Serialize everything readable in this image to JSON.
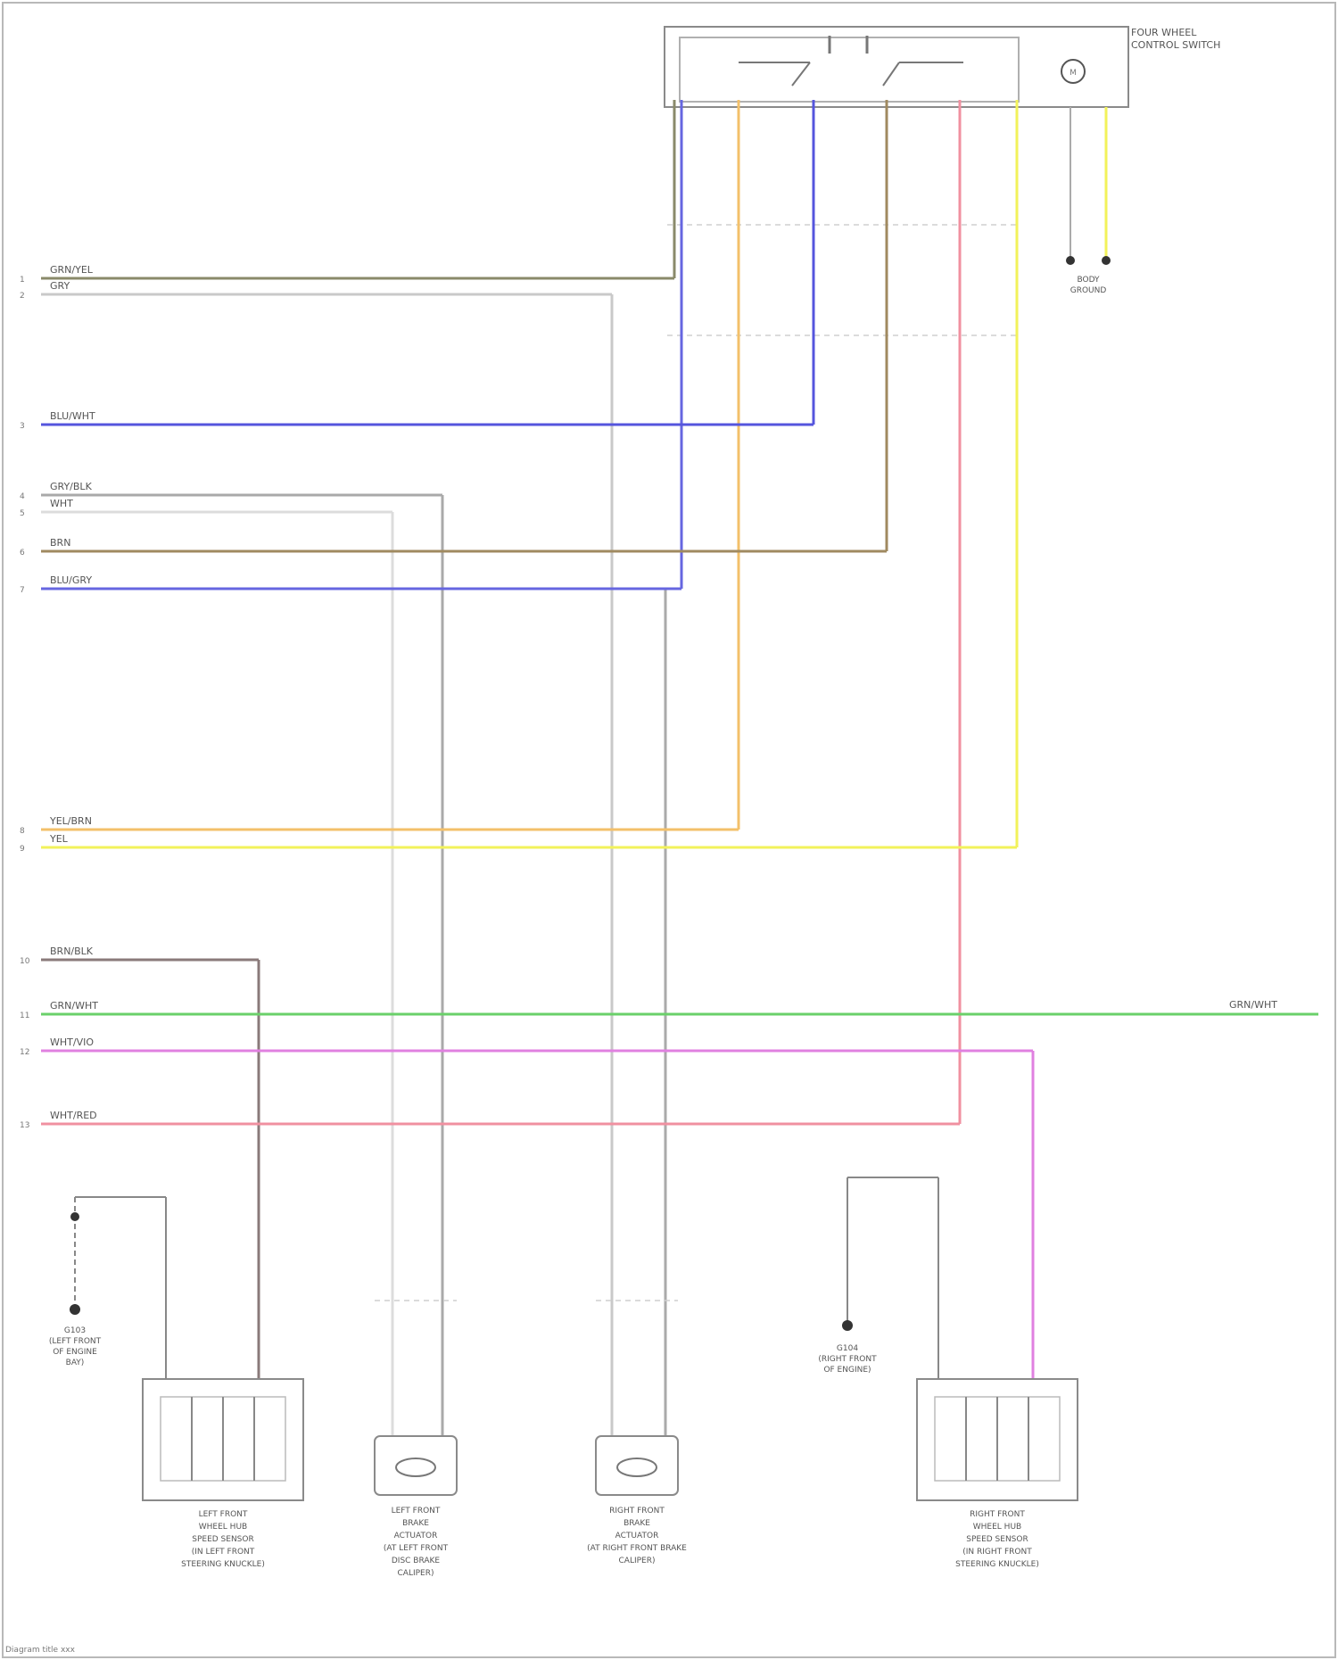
{
  "wires_left": [
    {
      "key": "w1",
      "label": "GRN/YEL",
      "pin": "1",
      "color": "#8a8a6a"
    },
    {
      "key": "w2",
      "label": "GRY",
      "pin": "2",
      "color": "#c9c9c9"
    },
    {
      "key": "w3",
      "label": "BLU/WHT",
      "pin": "3",
      "color": "#5555dd"
    },
    {
      "key": "w4",
      "label": "GRY/BLK",
      "pin": "4",
      "color": "#a9a9a9"
    },
    {
      "key": "w5",
      "label": "WHT",
      "pin": "5",
      "color": "#dcdcdc"
    },
    {
      "key": "w6",
      "label": "BRN",
      "pin": "6",
      "color": "#a08a60"
    },
    {
      "key": "w7",
      "label": "BLU/GRY",
      "pin": "7",
      "color": "#6666e0"
    },
    {
      "key": "w8",
      "label": "YEL/BRN",
      "pin": "8",
      "color": "#f3c06a"
    },
    {
      "key": "w9",
      "label": "YEL",
      "pin": "9",
      "color": "#f2f25a"
    },
    {
      "key": "w10",
      "label": "BRN/BLK",
      "pin": "10",
      "color": "#8a7a7a"
    },
    {
      "key": "w11",
      "label": "GRN/WHT",
      "pin": "11",
      "color": "#6ad06a"
    },
    {
      "key": "w12",
      "label": "WHT/VIO",
      "pin": "12",
      "color": "#e080e0"
    },
    {
      "key": "w13",
      "label": "WHT/RED",
      "pin": "13",
      "color": "#f090a0"
    }
  ],
  "right_wire_label": "GRN/WHT",
  "top_component": "FOUR WHEEL\nCONTROL SWITCH",
  "top_ground": "BODY\nGROUND",
  "components": {
    "left_sensor": "LEFT FRONT\nWHEEL HUB\nSPEED SENSOR\n(IN LEFT FRONT\nSTEERING KNUCKLE)",
    "left_actuator": "LEFT FRONT\nBRAKE\nACTUATOR\n(AT LEFT FRONT\nDISC BRAKE\nCALIPER)",
    "right_actuator": "RIGHT FRONT\nBRAKE\nACTUATOR\n(AT RIGHT FRONT BRAKE\nCALIPER)",
    "right_sensor": "RIGHT FRONT\nWHEEL HUB\nSPEED SENSOR\n(IN RIGHT FRONT\nSTEERING KNUCKLE)",
    "left_ground": "G103\n(LEFT FRONT\nOF ENGINE\nBAY)",
    "right_ground": "G104\n(RIGHT FRONT\nOF ENGINE)"
  },
  "footer": "Diagram title xxx"
}
